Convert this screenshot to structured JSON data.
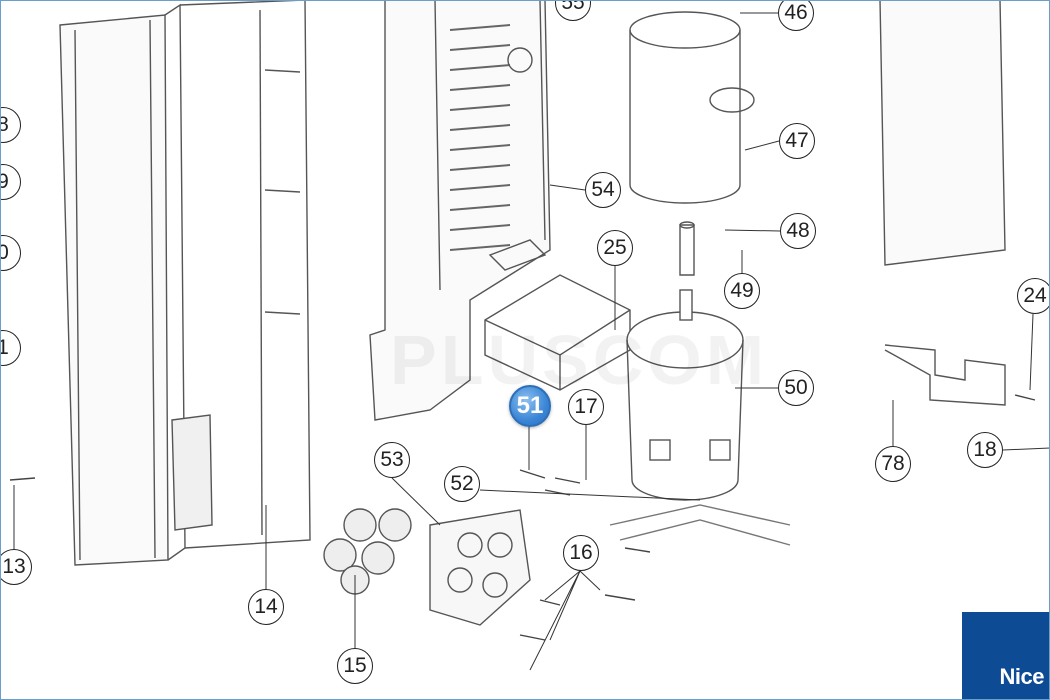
{
  "diagram": {
    "title": "Exploded parts diagram",
    "selected_part": "51",
    "callouts": [
      "55",
      "46",
      "47",
      "54",
      "48",
      "25",
      "49",
      "50",
      "51",
      "17",
      "53",
      "52",
      "16",
      "14",
      "15",
      "13",
      "78",
      "18",
      "24",
      "8",
      "9",
      "0",
      "1"
    ],
    "watermark": "PLUSCOM",
    "accent_color": "#3b86d6"
  },
  "brand": {
    "logo_text": "Nice",
    "color": "#0e4b95"
  }
}
